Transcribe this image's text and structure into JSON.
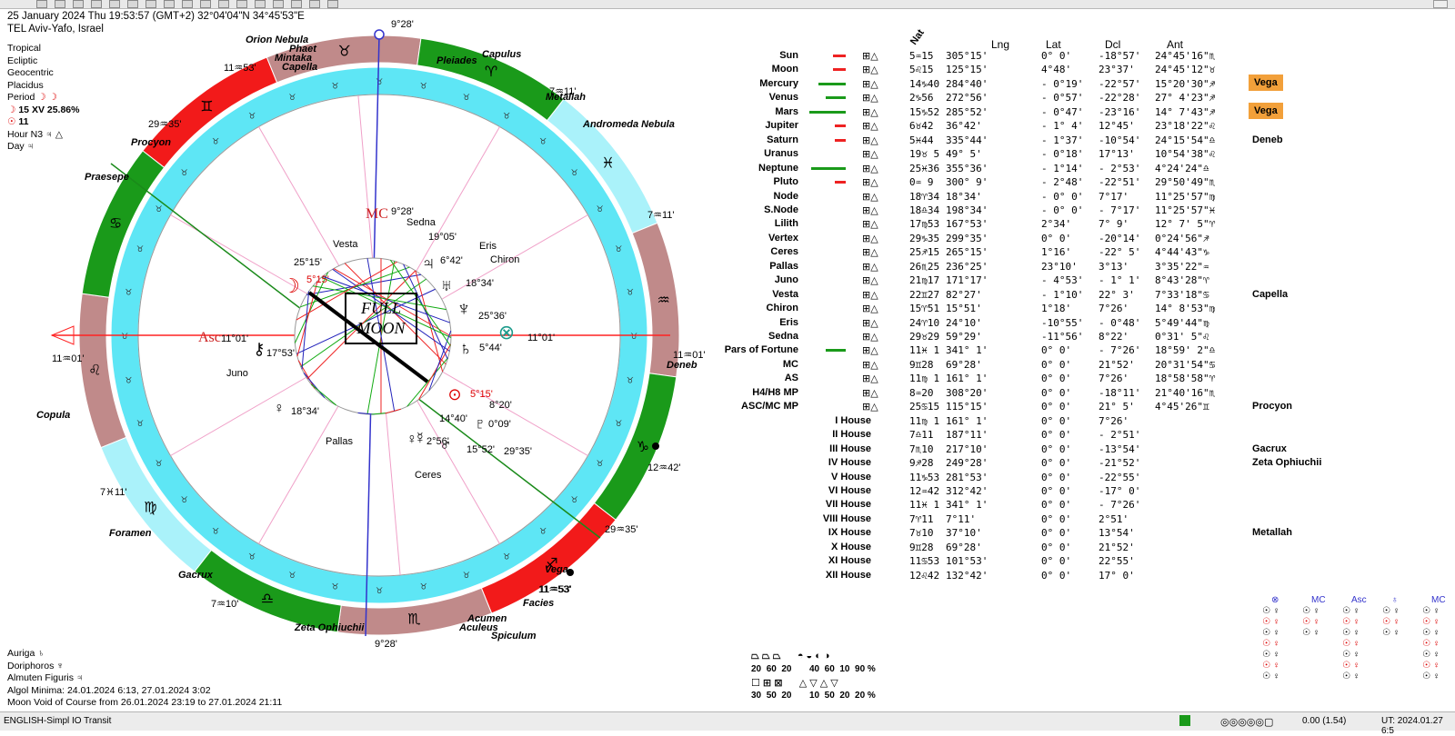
{
  "header": {
    "datetime": "25 January 2024  Thu  19:53:57 (GMT+2) 32°04'04\"N  34°45'53\"E",
    "location": "TEL Aviv-Yafo, Israel"
  },
  "settings": [
    "Tropical",
    "Ecliptic",
    "Geocentric",
    "Placidus"
  ],
  "period": {
    "label": "Period",
    "value": "15 XV  25.86%",
    "line3": "11"
  },
  "hour": {
    "label": "Hour N3"
  },
  "day": {
    "label": "Day"
  },
  "chart": {
    "center_text_1": "FULL",
    "center_text_2": "MOON",
    "asc_label": "Asc",
    "mc_label": "MC",
    "degree_labels": [
      {
        "t": "9°28'"
      },
      {
        "t": "11♒53'"
      },
      {
        "t": "29♒35'"
      },
      {
        "t": "11♒53'"
      },
      {
        "t": "7♓11'"
      },
      {
        "t": "11♒01'"
      },
      {
        "t": "11♒01'"
      },
      {
        "t": "12♒42'"
      },
      {
        "t": "29♒35'"
      },
      {
        "t": "11♒53'"
      },
      {
        "t": "9°28'"
      },
      {
        "t": "7♒10'"
      },
      {
        "t": "7♒11'"
      },
      {
        "t": "7♒11'"
      }
    ],
    "stars": [
      "Orion Nebula",
      "Phaet",
      "Mintaka",
      "Capella",
      "Pleiades",
      "Capulus",
      "Metallah",
      "Andromeda Nebula",
      "Procyon",
      "Praesepe",
      "Copula",
      "Foramen",
      "Gacrux",
      "Zeta Ophiuchii",
      "Acumen",
      "Aculeus",
      "Spiculum",
      "Facies",
      "Vega",
      "Deneb"
    ],
    "inner_labels": [
      {
        "t": "9°28'"
      },
      {
        "t": "Sedna"
      },
      {
        "t": "19°05'"
      },
      {
        "t": "Eris"
      },
      {
        "t": "Chiron"
      },
      {
        "t": "6°42'"
      },
      {
        "t": "18°34'"
      },
      {
        "t": "25°36'"
      },
      {
        "t": "5°44'"
      },
      {
        "t": "11°01'"
      },
      {
        "t": "Vesta"
      },
      {
        "t": "25°15'"
      },
      {
        "t": "5°15'"
      },
      {
        "t": "11°01'"
      },
      {
        "t": "17°53'"
      },
      {
        "t": "Juno"
      },
      {
        "t": "18°34'"
      },
      {
        "t": "Pallas"
      },
      {
        "t": "Ceres"
      },
      {
        "t": "14°40'"
      },
      {
        "t": "2°56'"
      },
      {
        "t": "15°52'"
      },
      {
        "t": "29°35'"
      },
      {
        "t": "0°09'"
      },
      {
        "t": "8°20'"
      },
      {
        "t": "5°15'"
      }
    ]
  },
  "table": {
    "headers": {
      "nat": "Nat",
      "lng": "Lng",
      "lat": "Lat",
      "dcl": "Dcl",
      "ant": "Ant"
    },
    "planets": [
      {
        "name": "Sun",
        "pos": "5♒15",
        "lng": "305°15'",
        "lat": "0° 0'",
        "dcl": "-18°57'",
        "ant": "24°45'16\"♏"
      },
      {
        "name": "Moon",
        "pos": "5♌15",
        "lng": "125°15'",
        "lat": "4°48'",
        "dcl": "23°37'",
        "ant": "24°45'12\"♉"
      },
      {
        "name": "Mercury",
        "pos": "14♑40",
        "lng": "284°40'",
        "lat": "- 0°19'",
        "dcl": "-22°57'",
        "ant": "15°20'30\"♐"
      },
      {
        "name": "Venus",
        "pos": "2♑56",
        "lng": "272°56'",
        "lat": "- 0°57'",
        "dcl": "-22°28'",
        "ant": "27° 4'23\"♐"
      },
      {
        "name": "Mars",
        "pos": "15♑52",
        "lng": "285°52'",
        "lat": "- 0°47'",
        "dcl": "-23°16'",
        "ant": "14° 7'43\"♐"
      },
      {
        "name": "Jupiter",
        "pos": "6♉42",
        "lng": "36°42'",
        "lat": "- 1° 4'",
        "dcl": "12°45'",
        "ant": "23°18'22\"♌"
      },
      {
        "name": "Saturn",
        "pos": "5♓44",
        "lng": "335°44'",
        "lat": "- 1°37'",
        "dcl": "-10°54'",
        "ant": "24°15'54\"♎"
      },
      {
        "name": "Uranus",
        "pos": "19♉ 5",
        "lng": "49° 5'",
        "lat": "- 0°18'",
        "dcl": "17°13'",
        "ant": "10°54'38\"♌"
      },
      {
        "name": "Neptune",
        "pos": "25♓36",
        "lng": "355°36'",
        "lat": "- 1°14'",
        "dcl": "- 2°53'",
        "ant": "4°24'24\"♎"
      },
      {
        "name": "Pluto",
        "pos": "0♒ 9",
        "lng": "300° 9'",
        "lat": "- 2°48'",
        "dcl": "-22°51'",
        "ant": "29°50'49\"♏"
      },
      {
        "name": "Node",
        "pos": "18♈34",
        "lng": "18°34'",
        "lat": "- 0° 0'",
        "dcl": "7°17'",
        "ant": "11°25'57\"♍"
      },
      {
        "name": "S.Node",
        "pos": "18♎34",
        "lng": "198°34'",
        "lat": "- 0° 0'",
        "dcl": "- 7°17'",
        "ant": "11°25'57\"♓"
      },
      {
        "name": "Lilith",
        "pos": "17♍53",
        "lng": "167°53'",
        "lat": "2°34'",
        "dcl": "7° 9'",
        "ant": "12° 7' 5\"♈"
      },
      {
        "name": "Vertex",
        "pos": "29♑35",
        "lng": "299°35'",
        "lat": "0° 0'",
        "dcl": "-20°14'",
        "ant": "0°24'56\"♐"
      },
      {
        "name": "Ceres",
        "pos": "25♐15",
        "lng": "265°15'",
        "lat": "1°16'",
        "dcl": "-22° 5'",
        "ant": "4°44'43\"♑"
      },
      {
        "name": "Pallas",
        "pos": "26♏25",
        "lng": "236°25'",
        "lat": "23°10'",
        "dcl": "3°13'",
        "ant": "3°35'22\"♒"
      },
      {
        "name": "Juno",
        "pos": "21♍17",
        "lng": "171°17'",
        "lat": "- 4°53'",
        "dcl": "- 1° 1'",
        "ant": "8°43'28\"♈"
      },
      {
        "name": "Vesta",
        "pos": "22♊27",
        "lng": "82°27'",
        "lat": "- 1°10'",
        "dcl": "22° 3'",
        "ant": "7°33'18\"♋"
      },
      {
        "name": "Chiron",
        "pos": "15♈51",
        "lng": "15°51'",
        "lat": "1°18'",
        "dcl": "7°26'",
        "ant": "14° 8'53\"♍"
      },
      {
        "name": "Eris",
        "pos": "24♈10",
        "lng": "24°10'",
        "lat": "-10°55'",
        "dcl": "- 0°48'",
        "ant": "5°49'44\"♍"
      },
      {
        "name": "Sedna",
        "pos": "29♉29",
        "lng": "59°29'",
        "lat": "-11°56'",
        "dcl": "8°22'",
        "ant": "0°31' 5\"♌"
      },
      {
        "name": "Pars of Fortune",
        "pos": "11♓ 1",
        "lng": "341° 1'",
        "lat": "0° 0'",
        "dcl": "- 7°26'",
        "ant": "18°59' 2\"♎"
      },
      {
        "name": "MC",
        "pos": "9♊28",
        "lng": "69°28'",
        "lat": "0° 0'",
        "dcl": "21°52'",
        "ant": "20°31'54\"♋"
      },
      {
        "name": "AS",
        "pos": "11♍ 1",
        "lng": "161° 1'",
        "lat": "0° 0'",
        "dcl": "7°26'",
        "ant": "18°58'58\"♈"
      },
      {
        "name": "H4/H8 MP",
        "pos": "8♒20",
        "lng": "308°20'",
        "lat": "0° 0'",
        "dcl": "-18°11'",
        "ant": "21°40'16\"♏"
      },
      {
        "name": "ASC/MC MP",
        "pos": "25♋15",
        "lng": "115°15'",
        "lat": "0° 0'",
        "dcl": "21° 5'",
        "ant": "4°45'26\"♊"
      }
    ],
    "houses": [
      {
        "name": "I House",
        "pos": "11♍ 1",
        "lng": "161° 1'",
        "lat": "0° 0'",
        "dcl": "7°26'"
      },
      {
        "name": "II House",
        "pos": "7♎11",
        "lng": "187°11'",
        "lat": "0° 0'",
        "dcl": "- 2°51'"
      },
      {
        "name": "III House",
        "pos": "7♏10",
        "lng": "217°10'",
        "lat": "0° 0'",
        "dcl": "-13°54'"
      },
      {
        "name": "IV House",
        "pos": "9♐28",
        "lng": "249°28'",
        "lat": "0° 0'",
        "dcl": "-21°52'"
      },
      {
        "name": "V House",
        "pos": "11♑53",
        "lng": "281°53'",
        "lat": "0° 0'",
        "dcl": "-22°55'"
      },
      {
        "name": "VI House",
        "pos": "12♒42",
        "lng": "312°42'",
        "lat": "0° 0'",
        "dcl": "-17° 0'"
      },
      {
        "name": "VII House",
        "pos": "11♓ 1",
        "lng": "341° 1'",
        "lat": "0° 0'",
        "dcl": "- 7°26'"
      },
      {
        "name": "VIII House",
        "pos": "7♈11",
        "lng": "7°11'",
        "lat": "0° 0'",
        "dcl": "2°51'"
      },
      {
        "name": "IX House",
        "pos": "7♉10",
        "lng": "37°10'",
        "lat": "0° 0'",
        "dcl": "13°54'"
      },
      {
        "name": "X House",
        "pos": "9♊28",
        "lng": "69°28'",
        "lat": "0° 0'",
        "dcl": "21°52'"
      },
      {
        "name": "XI House",
        "pos": "11♋53",
        "lng": "101°53'",
        "lat": "0° 0'",
        "dcl": "22°55'"
      },
      {
        "name": "XII House",
        "pos": "12♌42",
        "lng": "132°42'",
        "lat": "0° 0'",
        "dcl": "17° 0'"
      }
    ],
    "highlights": [
      {
        "label": "Vega"
      },
      {
        "label": "Vega"
      }
    ],
    "side_stars": [
      "Deneb",
      "Capella",
      "Procyon",
      "Gacrux",
      "Zeta Ophiuchii",
      "Metallah"
    ]
  },
  "bottom": {
    "lines": [
      "Auriga",
      "Doriphoros",
      "Almuten Figuris",
      "Algol Minima: 24.01.2024  6:13,  27.01.2024  3:02",
      "Moon Void of Course from 26.01.2024 23:19 to 27.01.2024 21:11"
    ]
  },
  "aspect_stats": {
    "row1": [
      "20",
      "60",
      "20",
      "40",
      "60",
      "10",
      "90 %"
    ],
    "row2": [
      "30",
      "50",
      "20",
      "10",
      "50",
      "20",
      "20 %"
    ]
  },
  "statusbar": {
    "left": "ENGLISH-Simpl IO Transit",
    "value": "0.00 (1.54)",
    "ut": "UT: 2024.01.27  6:5"
  },
  "colors": {
    "cyan": "#5ee6f5",
    "lightcyan": "#aaf2fa",
    "green": "#1a9a1a",
    "red": "#f21a1a",
    "mauve": "#c08a8a",
    "orange": "#f2a03a"
  }
}
